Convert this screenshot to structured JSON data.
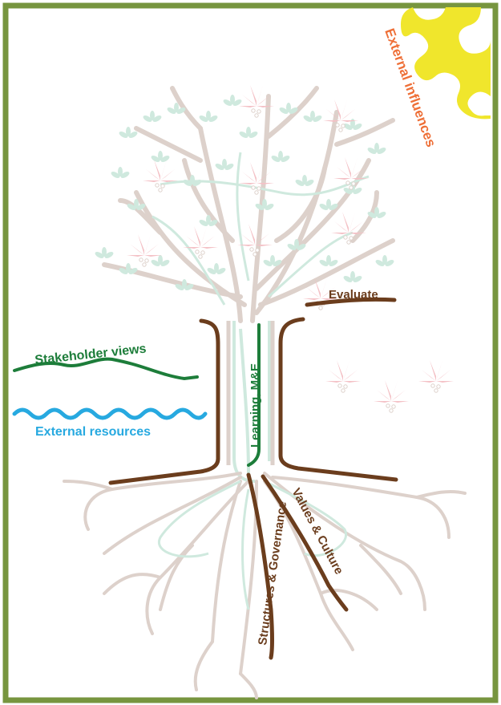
{
  "labels": {
    "external_influences": "External influences",
    "evaluate": "Evaluate",
    "stakeholder_views": "Stakeholder views",
    "external_resources": "External resources",
    "learning_me": "Learning, M&E",
    "structures_governance": "Structures & Governance",
    "values_culture": "Values & Culture"
  },
  "colors": {
    "frame_border": "#77953f",
    "sun": "#f0e62c",
    "external_influences_text": "#ee6f37",
    "stakeholder_green": "#1d7d3a",
    "water_blue": "#27a9e0",
    "root_brown": "#6b3d1d",
    "faded_branch": "#ddd1cb",
    "faded_leaf": "#cfe9de",
    "flower_pink": "#f4c1c6"
  }
}
